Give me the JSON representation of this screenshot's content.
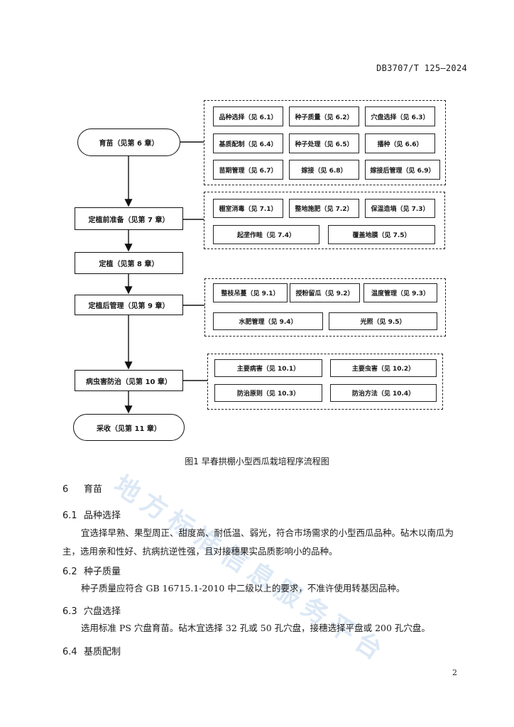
{
  "header_code": "DB3707/T 125—2024",
  "watermark": "地方标准信息服务平台",
  "flow": {
    "main": [
      "育苗（见第 6 章）",
      "定植前准备（见第 7 章）",
      "定植（见第 8 章）",
      "定植后管理（见第 9 章）",
      "病虫害防治（见第 10 章）",
      "采收（见第 11 章）"
    ],
    "g1": [
      "品种选择（见 6.1）",
      "种子质量（见 6.2）",
      "穴盘选择（见 6.3）",
      "基质配制（见 6.4）",
      "种子处理（见 6.5）",
      "播种（见 6.6）",
      "苗期管理（见 6.7）",
      "嫁接（见 6.8）",
      "嫁接后管理（见 6.9）"
    ],
    "g2": [
      "棚室消毒（见 7.1）",
      "整地施肥（见 7.2）",
      "保温造墒（见 7.3）",
      "起垄作畦（见 7.4）",
      "覆盖地膜（见 7.5）"
    ],
    "g3": [
      "整枝吊蔓（见 9.1）",
      "授粉留瓜（见 9.2）",
      "温度管理（见 9.3）",
      "水肥管理（见 9.4）",
      "光照（见 9.5）"
    ],
    "g4": [
      "主要病害（见 10.1）",
      "主要虫害（见 10.2）",
      "防治原则（见 10.3）",
      "防治方法（见 10.4）"
    ]
  },
  "figure_caption": "图1  早春拱棚小型西瓜栽培程序流程图",
  "sections": [
    {
      "num": "6",
      "title": "育苗"
    },
    {
      "num": "6.1",
      "title": "品种选择"
    },
    {
      "num": "6.2",
      "title": "种子质量"
    },
    {
      "num": "6.3",
      "title": "穴盘选择"
    },
    {
      "num": "6.4",
      "title": "基质配制"
    }
  ],
  "paragraphs": [
    "宜选择早熟、果型周正、甜度高、耐低温、弱光，符合市场需求的小型西瓜品种。砧木以南瓜为主，选用亲和性好、抗病抗逆性强，且对接穗果实品质影响小的品种。",
    "种子质量应符合 GB 16715.1-2010 中二级以上的要求，不准许使用转基因品种。",
    "选用标准 PS 穴盘育苗。砧木宜选择 32 孔或 50 孔穴盘，接穗选择平盘或 200 孔穴盘。"
  ],
  "page_number": "2"
}
